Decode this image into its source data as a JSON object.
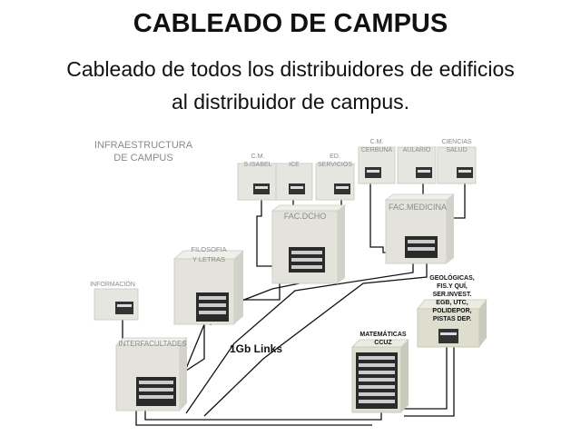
{
  "slide": {
    "title": "CABLEADO DE CAMPUS",
    "subtitle_line1": "Cableado de todos los distribuidores de edificios",
    "subtitle_line2": "al distribuidor de campus."
  },
  "diagram": {
    "heading_line1": "INFRAESTRUCTURA",
    "heading_line2": "DE CAMPUS",
    "link_label": "1Gb Links",
    "buildings": {
      "cm_isabel": [
        "C.M.",
        "S.ISABEL"
      ],
      "ice": [
        "ICE"
      ],
      "ed_servicios": [
        "ED.",
        "SERVICIOS"
      ],
      "cm_cerbuna": [
        "C.M.",
        "CERBUNA"
      ],
      "aulario": [
        "AULARIO"
      ],
      "ciencias_salud": [
        "CIENCIAS",
        "SALUD"
      ],
      "fac_dcho": [
        "FAC.DCHO"
      ],
      "fac_medicina": [
        "FAC.MEDICINA"
      ],
      "filosofia": [
        "FILOSOFIA",
        "Y LETRAS"
      ],
      "informacion": [
        "INFORMACIÓN"
      ],
      "interfacultades": [
        "INTERFACULTADES"
      ],
      "matematicas": [
        "MATEMÁTICAS",
        "CCUZ"
      ],
      "geologicas": [
        "GEOLÓGICAS,",
        "FIS.Y QUÍ,",
        "SER.INVEST.",
        "EGB, UTC,",
        "POLIDEPOR,",
        "PISTAS DEP."
      ]
    }
  }
}
